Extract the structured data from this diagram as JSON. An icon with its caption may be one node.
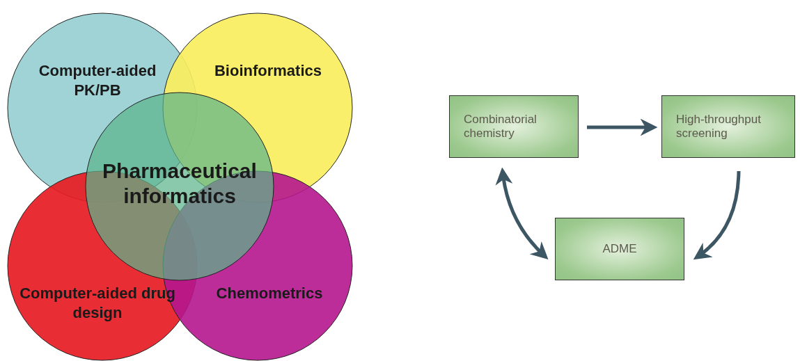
{
  "diagram": {
    "nodes": [
      {
        "text": [
          "Computer-aided PK/PB"
        ]
      },
      {
        "text": [
          "Bioinformatics"
        ]
      },
      {
        "text": [
          "Computer-aided drug design"
        ]
      },
      {
        "text": [
          "Chemometrics"
        ]
      },
      {
        "text": [
          "Pharmaceutical informatics"
        ]
      },
      {
        "text": [
          "Combinatorial chemistry"
        ]
      },
      {
        "text": [
          "High-throughput screening"
        ]
      },
      {
        "text": [
          "ADME"
        ]
      }
    ],
    "edges": [
      {
        "from": 5,
        "to": 6,
        "arrow": "to"
      },
      {
        "from": 6,
        "to": 7,
        "arrow": "to"
      },
      {
        "from": 5,
        "to": 7,
        "arrow": "both"
      }
    ]
  }
}
